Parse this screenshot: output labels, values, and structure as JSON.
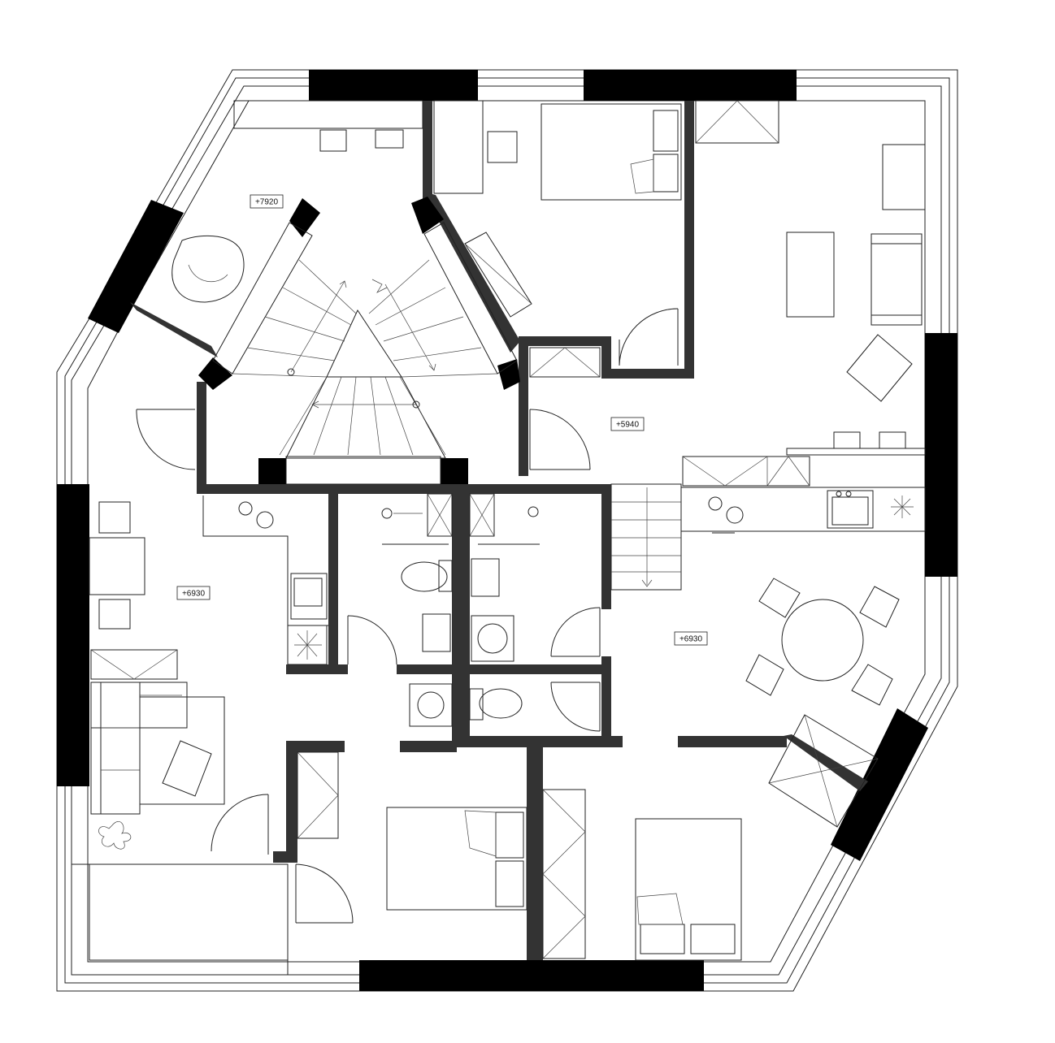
{
  "plan": {
    "colors": {
      "wall": "#333333",
      "solid": "#000000",
      "line": "#222222",
      "paper": "#ffffff"
    },
    "level_tags": [
      {
        "id": "tag-stair-hall",
        "text": "+7920"
      },
      {
        "id": "tag-living-kitchen",
        "text": "+5940"
      },
      {
        "id": "tag-west-living",
        "text": "+6930"
      },
      {
        "id": "tag-east-dining",
        "text": "+6930"
      }
    ]
  }
}
